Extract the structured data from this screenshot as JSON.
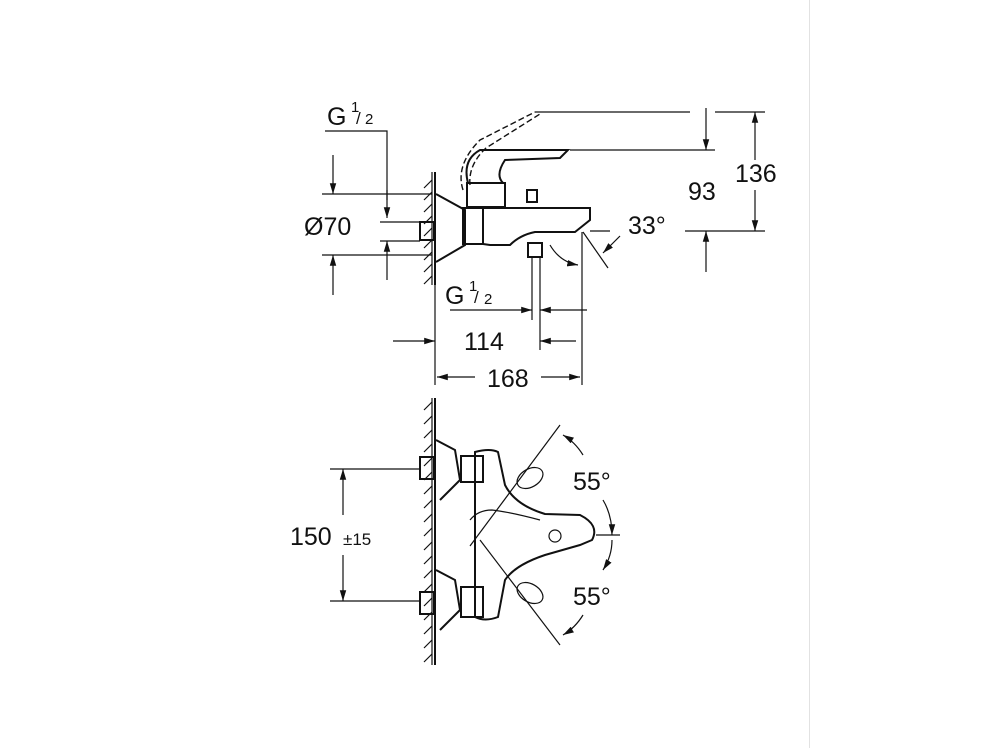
{
  "drawing": {
    "top_view": {
      "inlet_thread": {
        "base": "G",
        "num": "1",
        "den": "2"
      },
      "escutcheon_diameter": "Ø70",
      "outlet_thread": {
        "base": "G",
        "num": "1",
        "den": "2"
      },
      "height_total": "136",
      "height_spout": "93",
      "spout_angle": "33°",
      "depth_outlet": "114",
      "depth_total": "168"
    },
    "front_view": {
      "center_distance": "150",
      "tolerance": "±15",
      "lever_angle_up": "55°",
      "lever_angle_down": "55°"
    }
  }
}
